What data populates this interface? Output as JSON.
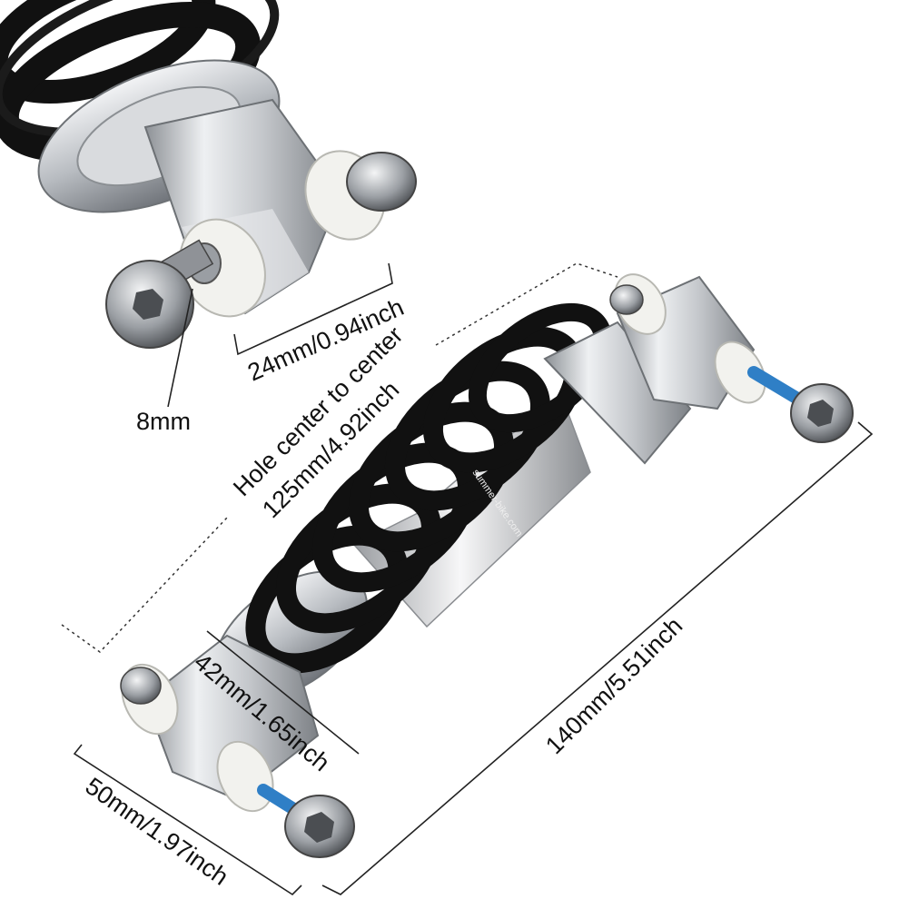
{
  "image": {
    "subject": "bicycle rear shock absorber with black coil spring and silver aluminium eyelets",
    "spring_text": "summer-bike.com"
  },
  "dimensions": {
    "eye_width": "24mm/0.94inch",
    "bolt_diameter": "8mm",
    "hole_center_line1": "Hole center to center",
    "hole_center_line2": "125mm/4.92inch",
    "eye_block": "42mm/1.65inch",
    "eye_length": "50mm/1.97inch",
    "total_length": "140mm/5.51inch"
  },
  "colors": {
    "spring": "#111111",
    "metal": "#c8cbcf",
    "bushing": "#f2f2ee",
    "background": "#ffffff"
  }
}
